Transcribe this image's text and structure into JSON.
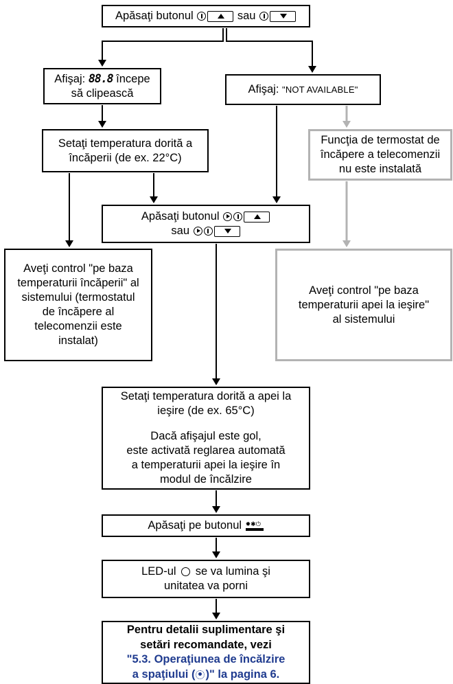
{
  "nodes": [
    {
      "id": "press1",
      "lines": [
        [
          {
            "t": "Apăsaţi butonul "
          },
          {
            "icon": "thermometer-icon"
          },
          {
            "icon": "up-button-icon"
          },
          {
            "t": " sau "
          },
          {
            "icon": "thermometer-icon"
          },
          {
            "icon": "down-button-icon"
          }
        ]
      ]
    },
    {
      "id": "display-blink",
      "lines": [
        [
          {
            "t": "Afişaj: "
          },
          {
            "t": "88.8",
            "style": "lcd"
          },
          {
            "t": " începe"
          }
        ],
        [
          {
            "t": "să clipească"
          }
        ]
      ]
    },
    {
      "id": "display-na",
      "lines": [
        [
          {
            "t": "Afişaj: "
          },
          {
            "t": "\"NOT AVAILABLE\"",
            "style": "smallcaps"
          }
        ]
      ]
    },
    {
      "id": "set-room",
      "lines": [
        [
          {
            "t": "Setaţi temperatura dorită a"
          }
        ],
        [
          {
            "t": "încăperii (de ex. 22°C)"
          }
        ]
      ]
    },
    {
      "id": "not-installed",
      "lines": [
        [
          {
            "t": "Funcţia de termostat de"
          }
        ],
        [
          {
            "t": "încăpere a telecomenzii"
          }
        ],
        [
          {
            "t": "nu este instalată"
          }
        ]
      ]
    },
    {
      "id": "press2",
      "lines": [
        [
          {
            "t": "Apăsaţi butonul "
          },
          {
            "icon": "play-circle-icon"
          },
          {
            "icon": "thermometer-icon"
          },
          {
            "icon": "up-button-icon"
          }
        ],
        [
          {
            "t": "sau "
          },
          {
            "icon": "play-circle-icon"
          },
          {
            "icon": "thermometer-icon"
          },
          {
            "icon": "down-button-icon"
          }
        ]
      ]
    },
    {
      "id": "room-control",
      "lines": [
        [
          {
            "t": "Aveţi control \"pe baza"
          }
        ],
        [
          {
            "t": "temperaturii încăperii\" al"
          }
        ],
        [
          {
            "t": "sistemului (termostatul"
          }
        ],
        [
          {
            "t": "de încăpere al"
          }
        ],
        [
          {
            "t": "telecomenzii este"
          }
        ],
        [
          {
            "t": "instalat)"
          }
        ]
      ]
    },
    {
      "id": "outlet-control",
      "lines": [
        [
          {
            "t": "Aveţi control \"pe baza"
          }
        ],
        [
          {
            "t": "temperaturii apei la ieşire\""
          }
        ],
        [
          {
            "t": "al sistemului"
          }
        ]
      ]
    },
    {
      "id": "set-water",
      "lines": [
        [
          {
            "t": "Setaţi temperatura dorită a apei la"
          }
        ],
        [
          {
            "t": "ieşire (de ex. 65°C)"
          }
        ],
        [
          {
            "t": ""
          }
        ],
        [
          {
            "t": "Dacă afişajul este gol,"
          }
        ],
        [
          {
            "t": "este activată reglarea automată"
          }
        ],
        [
          {
            "t": "a temperaturii apei la ieşire în"
          }
        ],
        [
          {
            "t": "modul de încălzire"
          }
        ]
      ]
    },
    {
      "id": "press-onoff",
      "lines": [
        [
          {
            "t": "Apăsaţi pe butonul "
          },
          {
            "icon": "operation-button-icon"
          }
        ]
      ]
    },
    {
      "id": "led",
      "lines": [
        [
          {
            "t": "LED-ul "
          },
          {
            "icon": "led-icon"
          },
          {
            "t": " se va lumina şi"
          }
        ],
        [
          {
            "t": "unitatea va porni"
          }
        ]
      ]
    },
    {
      "id": "details",
      "style": "bold",
      "lines": [
        [
          {
            "t": "Pentru detalii suplimentare şi"
          }
        ],
        [
          {
            "t": "setări recomandate, vezi"
          }
        ],
        [
          {
            "t": "\"5.3. Operaţiunea de încălzire",
            "style": "link"
          }
        ],
        [
          {
            "t": "a spaţiului (",
            "style": "link"
          },
          {
            "icon": "heating-icon"
          },
          {
            "t": ")\" la pagina 6.",
            "style": "link"
          }
        ]
      ]
    }
  ],
  "edges": [
    {
      "from": "press1",
      "to": "display-blink"
    },
    {
      "from": "press1",
      "to": "display-na"
    },
    {
      "from": "display-blink",
      "to": "set-room"
    },
    {
      "from": "display-na",
      "to": "press2"
    },
    {
      "from": "display-na",
      "to": "not-installed",
      "color": "gray"
    },
    {
      "from": "set-room",
      "to": "room-control"
    },
    {
      "from": "set-room",
      "to": "press2"
    },
    {
      "from": "not-installed",
      "to": "outlet-control",
      "color": "gray"
    },
    {
      "from": "press2",
      "to": "set-water"
    },
    {
      "from": "set-water",
      "to": "press-onoff"
    },
    {
      "from": "press-onoff",
      "to": "led"
    },
    {
      "from": "led",
      "to": "details"
    }
  ]
}
